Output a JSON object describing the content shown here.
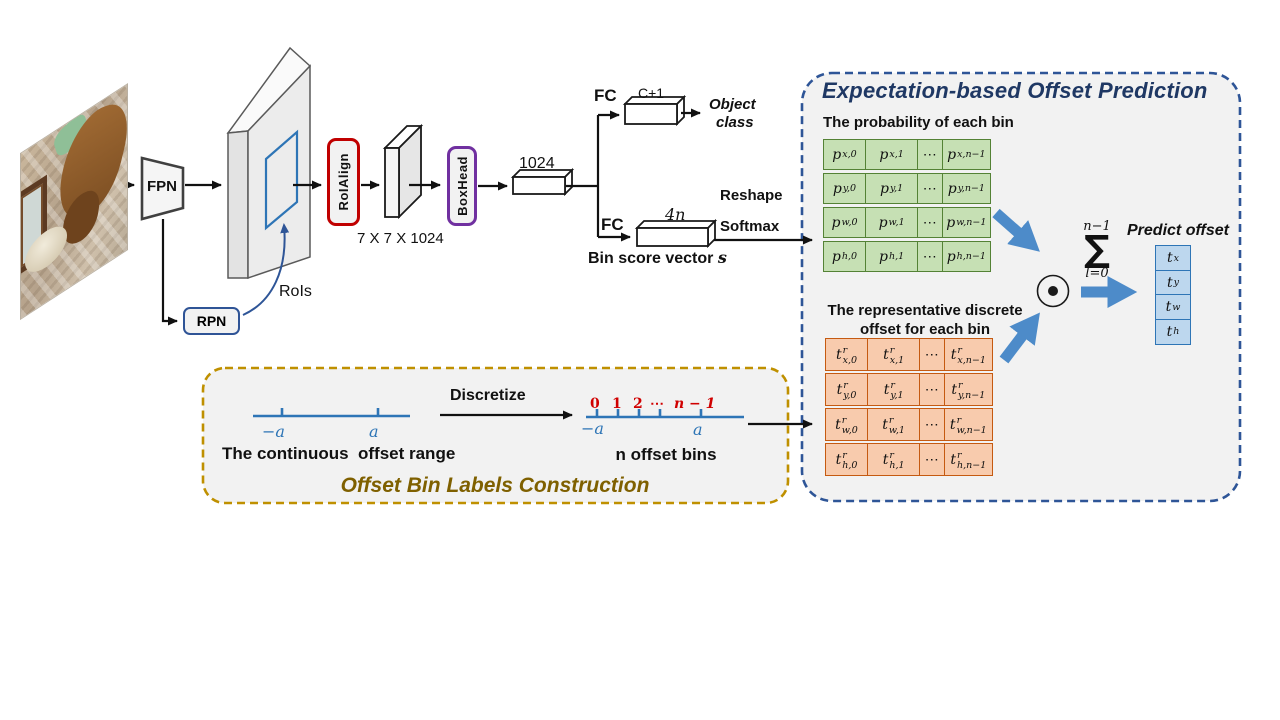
{
  "pipeline": {
    "fpn_label": "FPN",
    "rpn_label": "RPN",
    "rois_label": "RoIs",
    "roialign_label": "RoIAlign",
    "boxhead_label": "BoxHead",
    "pooled_dims": "7 X 7 X 1024",
    "fc_label": "FC",
    "fc_vector_dim": "1024",
    "class_vector_dim": "C+1",
    "object_class_line1": "Object",
    "object_class_line2": "class",
    "bin_vector_dim": "4n",
    "reshape_line1": "Reshape",
    "reshape_line2": "Softmax",
    "bin_score_prefix": "Bin score vector ",
    "bin_score_var": "s"
  },
  "expectation_panel": {
    "title": "Expectation-based Offset Prediction",
    "prob_heading": "The probability of each bin",
    "prob_rows": [
      [
        "p_{x,0}",
        "p_{x,1}",
        "⋯",
        "p_{x,n−1}"
      ],
      [
        "p_{y,0}",
        "p_{y,1}",
        "⋯",
        "p_{y,n−1}"
      ],
      [
        "p_{w,0}",
        "p_{w,1}",
        "⋯",
        "p_{w,n−1}"
      ],
      [
        "p_{h,0}",
        "p_{h,1}",
        "⋯",
        "p_{h,n−1}"
      ]
    ],
    "offset_heading_line1": "The representative discrete",
    "offset_heading_line2": "offset for each bin",
    "offset_rows": [
      [
        "t^{r}_{x,0}",
        "t^{r}_{x,1}",
        "⋯",
        "t^{r}_{x,n−1}"
      ],
      [
        "t^{r}_{y,0}",
        "t^{r}_{y,1}",
        "⋯",
        "t^{r}_{y,n−1}"
      ],
      [
        "t^{r}_{w,0}",
        "t^{r}_{w,1}",
        "⋯",
        "t^{r}_{w,n−1}"
      ],
      [
        "t^{r}_{h,0}",
        "t^{r}_{h,1}",
        "⋯",
        "t^{r}_{h,n−1}"
      ]
    ],
    "sum_upper": "n−1",
    "sum_symbol": "∑",
    "sum_lower": "l=0",
    "elementwise_product": "⊙",
    "predict_heading": "Predict offset",
    "predict_cells": [
      "t_{x}",
      "t_{y}",
      "t_{w}",
      "t_{h}"
    ]
  },
  "bin_construction": {
    "title": "Offset Bin Labels Construction",
    "discretize_label": "Discretize",
    "continuous_line": {
      "neg": "−a",
      "pos": "a",
      "caption": "The continuous  offset range"
    },
    "discrete_line": {
      "bin_indices": [
        "0",
        "1",
        "2",
        "⋯",
        "n − 1"
      ],
      "neg": "−a",
      "pos": "a",
      "caption": "n offset bins"
    }
  },
  "colors": {
    "panel_fill": "#f2f2f2",
    "expectation_border": "#2e5597",
    "expectation_title": "#1f3864",
    "bin_box_border": "#bf9000",
    "bin_box_title": "#7f6000",
    "prob_cell_fill": "#c6e0b4",
    "prob_cell_border": "#548235",
    "offset_cell_fill": "#f8cbad",
    "offset_cell_border": "#c55a11",
    "predict_cell_fill": "#bdd7ee",
    "predict_cell_border": "#2e75b6",
    "roialign_border": "#c00000",
    "boxhead_border": "#7030a0",
    "rpn_border": "#2f5496",
    "number_line_blue": "#2e75b6",
    "bin_index_red": "#d00000",
    "fat_arrow_blue": "#4d8bc9"
  }
}
